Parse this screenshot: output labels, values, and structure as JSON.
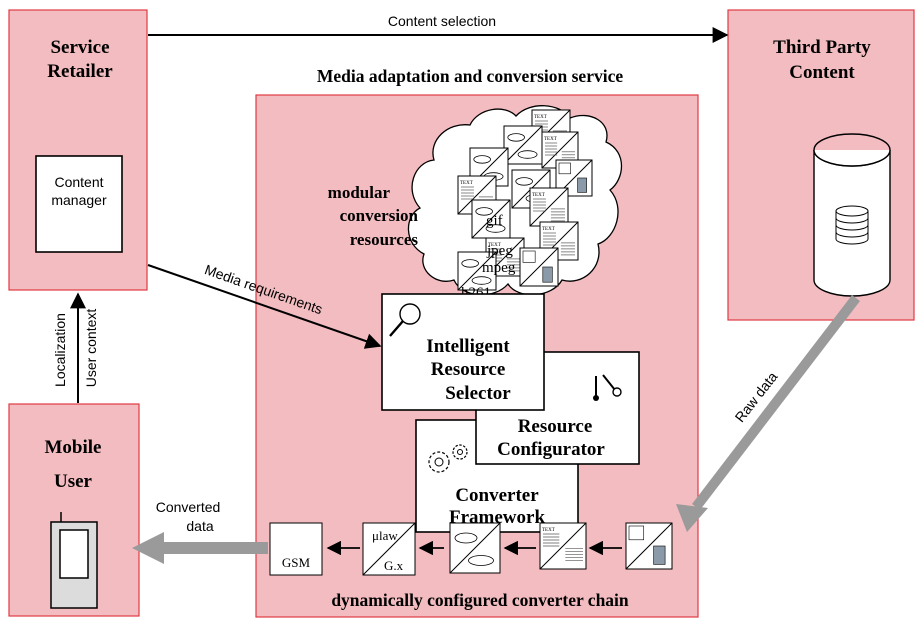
{
  "service_retailer": {
    "title_line1": "Service",
    "title_line2": "Retailer",
    "content_manager_line1": "Content",
    "content_manager_line2": "manager"
  },
  "third_party": {
    "title_line1": "Third Party",
    "title_line2": "Content"
  },
  "mobile_user": {
    "title_line1": "Mobile",
    "title_line2": "User"
  },
  "service_box": {
    "title": "Media adaptation and conversion service",
    "chain_caption": "dynamically configured converter chain"
  },
  "cloud": {
    "label_line1": "modular",
    "label_line2": "conversion",
    "label_line3": "resources",
    "formats": [
      "gif",
      "jpeg",
      "mpeg",
      "h261"
    ]
  },
  "components": {
    "selector_line1": "Intelligent",
    "selector_line2": "Resource",
    "selector_line3": "Selector",
    "configurator_line1": "Resource",
    "configurator_line2": "Configurator",
    "framework_line1": "Converter",
    "framework_line2": "Framework"
  },
  "flows": {
    "content_selection": "Content selection",
    "media_requirements": "Media requirements",
    "raw_data": "Raw data",
    "converted_line1": "Converted",
    "converted_line2": "data",
    "localization": "Localization",
    "user_context": "User context"
  },
  "chain": {
    "gsm": "GSM",
    "ulaw": "μlaw",
    "gx": "G.x"
  },
  "icon_doc_text": "TEXT"
}
